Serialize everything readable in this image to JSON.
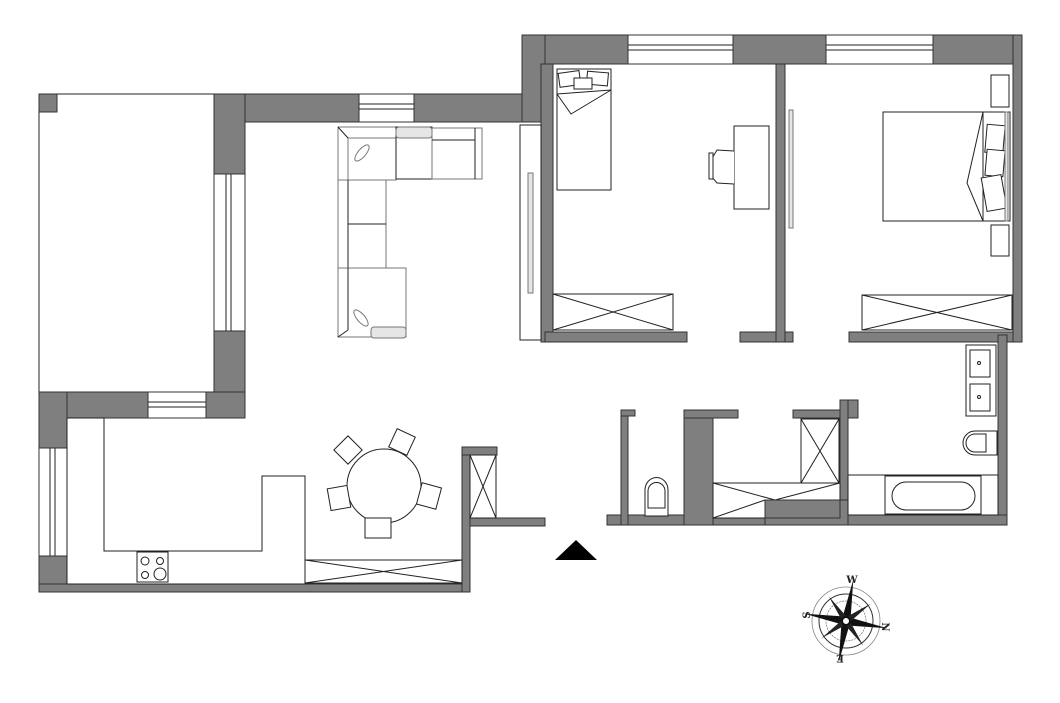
{
  "plan": {
    "colors": {
      "wall": "#7f7f7f",
      "outline": "#333333",
      "floor": "#ffffff",
      "cushion": "#e6e6e6",
      "entrance": "#000000"
    },
    "entrance_marker": "triangle-up",
    "compass": {
      "north": "N",
      "south": "S",
      "east": "E",
      "west": "W"
    }
  }
}
